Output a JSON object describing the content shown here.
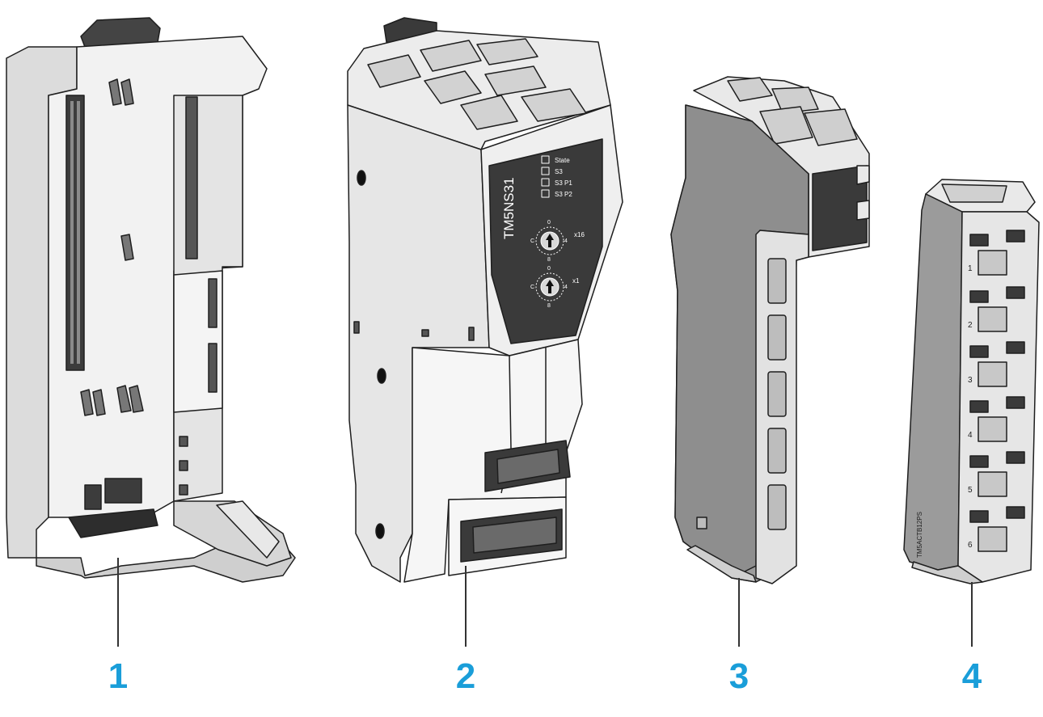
{
  "callouts": [
    {
      "number": "1"
    },
    {
      "number": "2"
    },
    {
      "number": "3"
    },
    {
      "number": "4"
    }
  ],
  "module_2": {
    "model_label": "TM5NS31",
    "leds": [
      "State",
      "S3",
      "S3 P1",
      "S3 P2"
    ],
    "switch_x16": {
      "multiplier": "x16",
      "ticks": [
        "0",
        "4",
        "8",
        "C"
      ]
    },
    "switch_x1": {
      "multiplier": "x1",
      "ticks": [
        "0",
        "4",
        "8",
        "C"
      ]
    }
  },
  "module_4": {
    "terminal_numbers": [
      "1",
      "2",
      "3",
      "4",
      "5",
      "6"
    ],
    "side_marking": "TM5ACTB12PS"
  },
  "colors": {
    "callout_number": "#1a9ed9",
    "leader_line": "#333333",
    "panel_dark": "#3a3a3a",
    "panel_text": "#ffffff",
    "body_light": "#e6e6e6",
    "body_mid": "#b8b8b8",
    "body_dark": "#9a9a9a",
    "outline": "#1e1e1e"
  }
}
